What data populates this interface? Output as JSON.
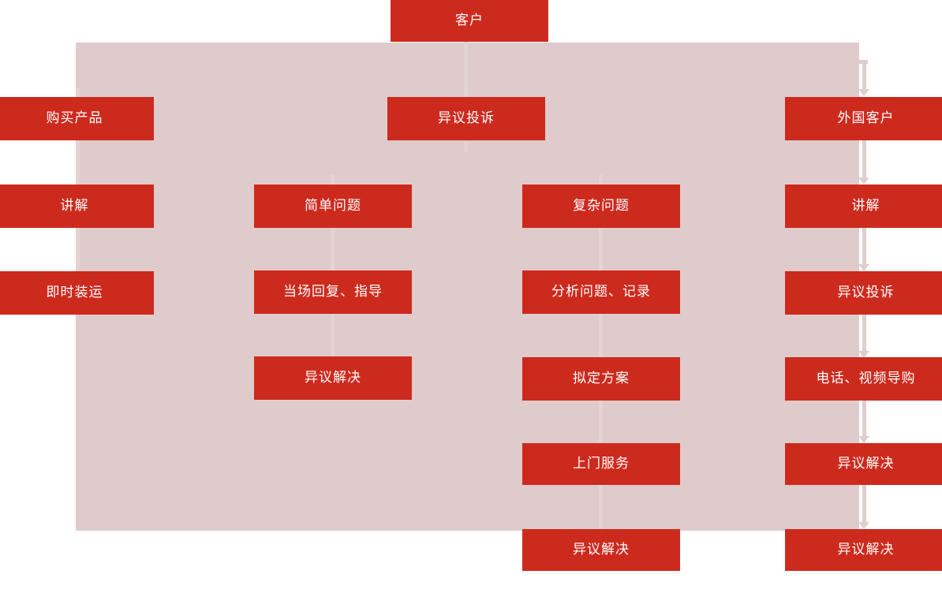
{
  "diagram": {
    "title_node": {
      "label": "客户"
    },
    "background_band": {
      "color": "#dfcbcb"
    },
    "node_color": "#cd2a1e",
    "node_text_color": "#ffffff",
    "connector_color": "#e0cdcd",
    "columns": [
      {
        "name": "purchase-flow",
        "nodes": [
          {
            "label": "购买产品"
          },
          {
            "label": "讲解"
          },
          {
            "label": "即时装运"
          }
        ]
      },
      {
        "name": "simple-issue-flow",
        "nodes": [
          {
            "label": "简单问题"
          },
          {
            "label": "当场回复、指导"
          },
          {
            "label": "异议解决"
          }
        ]
      },
      {
        "name": "complex-issue-flow",
        "nodes": [
          {
            "label": "复杂问题"
          },
          {
            "label": "分析问题、记录"
          },
          {
            "label": "拟定方案"
          },
          {
            "label": "上门服务"
          },
          {
            "label": "异议解决"
          }
        ]
      },
      {
        "name": "foreign-customer-flow",
        "nodes": [
          {
            "label": "外国客户"
          },
          {
            "label": "讲解"
          },
          {
            "label": "异议投诉"
          },
          {
            "label": "电话、视频导购"
          },
          {
            "label": "异议解决"
          },
          {
            "label": "异议解决"
          }
        ]
      }
    ],
    "complaint_node": {
      "label": "异议投诉"
    }
  }
}
